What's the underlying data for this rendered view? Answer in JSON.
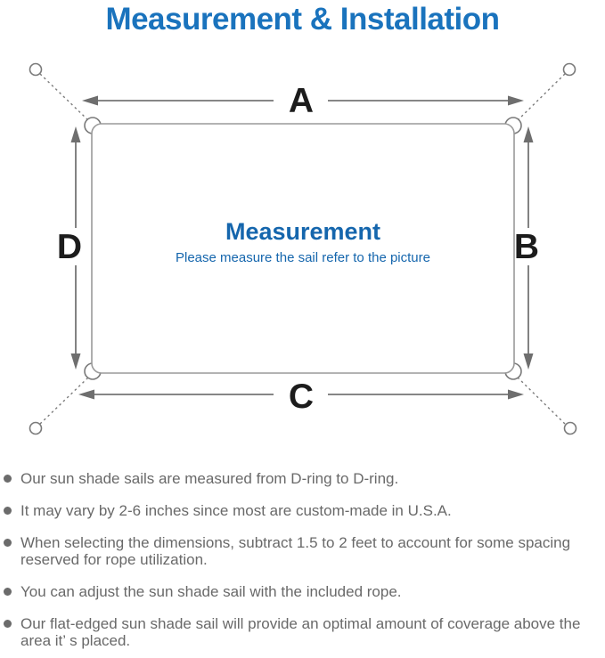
{
  "title": "Measurement & Installation",
  "diagram": {
    "dimension_labels": {
      "top": "A",
      "right": "B",
      "bottom": "C",
      "left": "D"
    },
    "center_title": "Measurement",
    "center_subtitle": "Please measure the sail refer to the picture"
  },
  "bullets": [
    "Our sun shade sails are measured from D-ring to D-ring.",
    "It may vary by 2-6 inches since most are custom-made in U.S.A.",
    "When selecting the dimensions, subtract 1.5 to 2 feet to account for some spacing reserved for rope utilization.",
    "You can adjust the sun shade sail with the included rope.",
    "Our flat-edged sun shade sail will provide an optimal amount of coverage above the area it’ s placed."
  ],
  "colors": {
    "title_blue": "#1a73bd",
    "center_text_blue": "#1566ad",
    "diagram_line_gray": "#8a8a8a",
    "arrow_gray": "#6e6e6e",
    "dimension_label_black": "#1c1c1c",
    "body_text_gray": "#696969"
  }
}
